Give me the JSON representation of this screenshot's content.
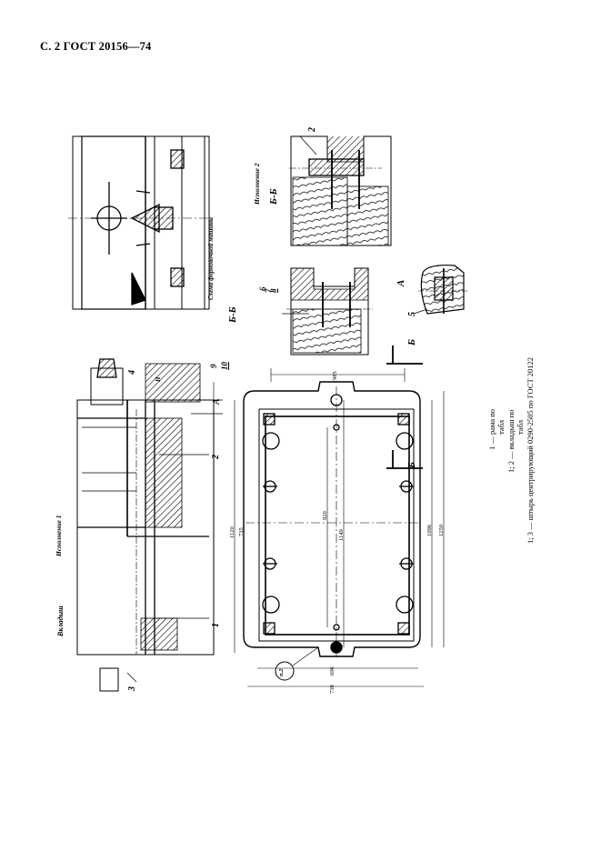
{
  "header": {
    "text": "С. 2 ГОСТ 20156—74"
  },
  "drawing": {
    "captions": {
      "variant1": "Исполнение 1",
      "variant2": "Исполнение 2",
      "body": "Вкладыш",
      "support_note": "Схема формовочной машины"
    },
    "section_labels": {
      "bb_left": "Б-Б",
      "bb_right": "Б-Б",
      "view_a_top": "А",
      "view_a": "А",
      "arrow_b": "Б",
      "arrow_b2": "Б",
      "h": "H",
      "pos_mark": "п.2"
    },
    "positions": {
      "p1": "1",
      "p1b": "1",
      "p2": "2",
      "p2b": "2",
      "p3": "3",
      "p4": "4",
      "p5": "5",
      "frac_top": "9",
      "frac_bottom": "10",
      "frac2_top": "6",
      "frac2_bottom": "8",
      "frac2_mid": "7"
    },
    "dimensions": {
      "d985": "985",
      "d1120": "1120",
      "d735": "735",
      "d920": "920",
      "d1149": "1149",
      "d1096": "1096",
      "d1250": "1250",
      "d696": "696",
      "d738": "738"
    }
  },
  "notes": [
    "1 — рама по",
    "табл",
    "1; 2 — вкладыш по",
    "табл",
    "1; 3 — штырь центрирующий 0290-2505 по ГОСТ 20122"
  ]
}
